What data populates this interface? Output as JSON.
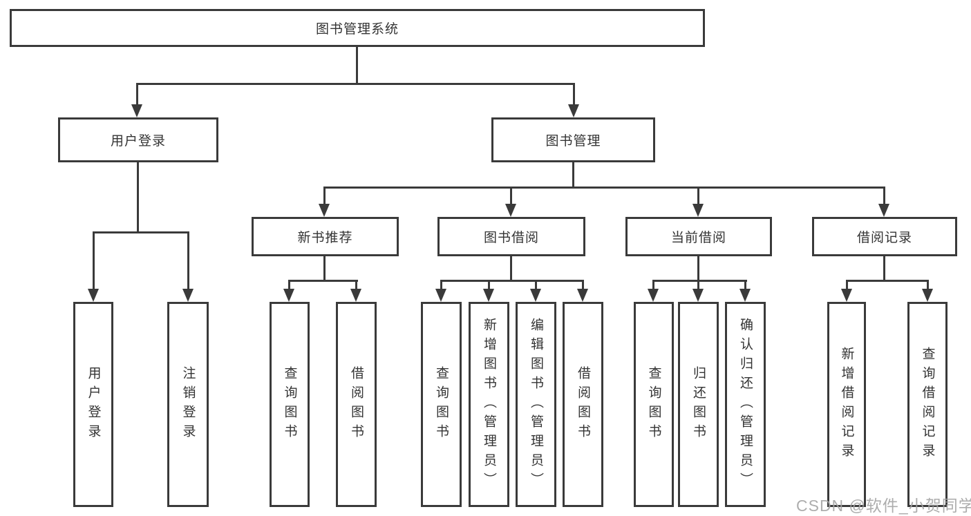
{
  "diagram": {
    "title": "图书管理系统",
    "level2": [
      {
        "label": "用户登录"
      },
      {
        "label": "图书管理"
      }
    ],
    "level3": [
      {
        "label": "新书推荐"
      },
      {
        "label": "图书借阅"
      },
      {
        "label": "当前借阅"
      },
      {
        "label": "借阅记录"
      }
    ],
    "leaves": [
      {
        "label": "用户登录"
      },
      {
        "label": "注销登录"
      },
      {
        "label": "查询图书"
      },
      {
        "label": "借阅图书"
      },
      {
        "label": "查询图书"
      },
      {
        "label": "新增图书（管理员）"
      },
      {
        "label": "编辑图书（管理员）"
      },
      {
        "label": "借阅图书"
      },
      {
        "label": "查询图书"
      },
      {
        "label": "归还图书"
      },
      {
        "label": "确认归还（管理员）"
      },
      {
        "label": "新增借阅记录"
      },
      {
        "label": "查询借阅记录"
      }
    ],
    "watermark": "CSDN @软件_小贺同学",
    "colors": {
      "line": "#3a3a3a",
      "text": "#333333",
      "watermark": "#a4a4a4",
      "background": "#ffffff"
    }
  }
}
